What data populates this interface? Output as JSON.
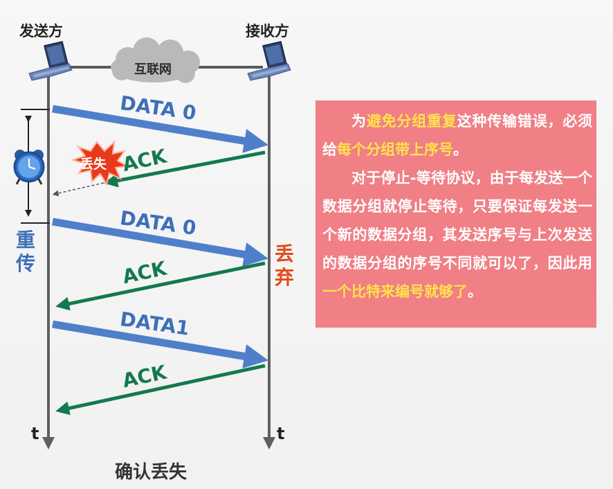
{
  "sender": {
    "label": "发送方"
  },
  "receiver": {
    "label": "接收方"
  },
  "network": {
    "label": "互联网"
  },
  "time_axis": {
    "sender_label": "t",
    "receiver_label": "t"
  },
  "messages": [
    {
      "label": "DATA 0",
      "direction": "to-receiver",
      "status": "delivered"
    },
    {
      "label": "ACK",
      "direction": "to-sender",
      "status": "lost",
      "note": "丢失"
    },
    {
      "label": "DATA 0",
      "direction": "to-receiver",
      "status": "delivered"
    },
    {
      "label": "ACK",
      "direction": "to-sender",
      "status": "delivered"
    },
    {
      "label": "DATA1",
      "direction": "to-receiver",
      "status": "delivered"
    },
    {
      "label": "ACK",
      "direction": "to-sender",
      "status": "delivered"
    }
  ],
  "retransmit_label": "重传",
  "discard_label": "丢弃",
  "caption": "确认丢失",
  "explanation": {
    "p1": {
      "t1": "为",
      "h1": "避免分组重复",
      "t2": "这种传输错误，必须给",
      "h2": "每个分组带上序号",
      "t3": "。"
    },
    "p2": {
      "t1": "对于停止-等待协议，由于每发送一个数据分组就停止等待，只要保证每发送一个新的数据分组，其发送序号与上次发送的数据分组的序号不同就可以了，因此用",
      "h1": "一个比特来编号就够了",
      "t2": "。"
    }
  },
  "colors": {
    "data_arrow": "#4f7fca",
    "ack_arrow": "#127a4d",
    "retransmit_text": "#3e6fb8",
    "discard_text": "#e24c1c",
    "panel_background": "#f07f86",
    "panel_highlight": "#ffe34a",
    "lost_burst": "#e8391b"
  },
  "icons": [
    "laptop-icon",
    "cloud-icon",
    "alarm-clock-icon",
    "explosion-burst-icon"
  ]
}
